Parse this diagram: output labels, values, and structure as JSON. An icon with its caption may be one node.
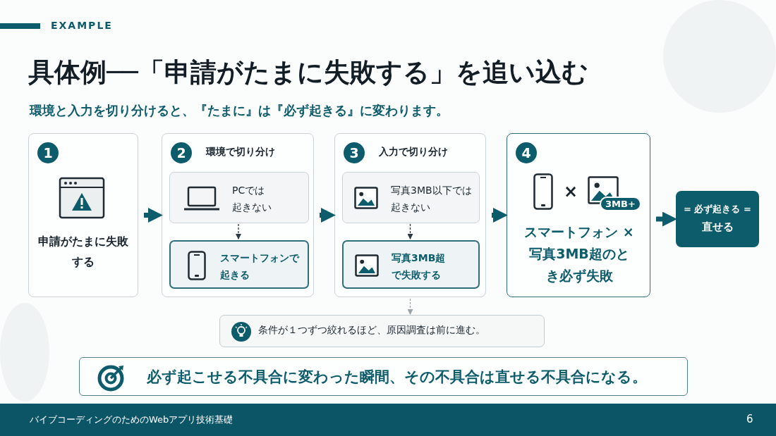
{
  "diagram": {
    "title": "具体例──「申請がたまに失敗する」を追い込む",
    "nodes": [
      {
        "text": [
          "1",
          "申請がたまに失敗する"
        ]
      },
      {
        "text": [
          "2",
          "環境で切り分け"
        ]
      },
      {
        "text": [
          "PCでは起きない"
        ],
        "in": 1
      },
      {
        "text": [
          "スマートフォンで起きる"
        ],
        "in": 1
      },
      {
        "text": [
          "3",
          "入力で切り分け"
        ]
      },
      {
        "text": [
          "写真3MB以下では起きない"
        ],
        "in": 4
      },
      {
        "text": [
          "写真3MB超で失敗する"
        ],
        "in": 4
      },
      {
        "text": [
          "4",
          "×",
          "3MB+",
          "スマートフォン × 写真3MB超のとき必ず失敗"
        ]
      },
      {
        "text": [
          "= 必ず起きる =",
          "直せる"
        ]
      },
      {
        "text": [
          "条件が１つずつ絞れるほど、原因調査は前に進む。"
        ]
      },
      {
        "text": [
          "必ず起こせる不具合に変わった瞬間、その不具合は直せる不具合になる。"
        ]
      }
    ],
    "edges": [
      {
        "from": 0,
        "to": 1,
        "arrow": "to"
      },
      {
        "from": 1,
        "to": 4,
        "arrow": "to"
      },
      {
        "from": 4,
        "to": 7,
        "arrow": "to"
      },
      {
        "from": 7,
        "to": 8,
        "arrow": "to"
      },
      {
        "from": 2,
        "to": 3,
        "arrow": "to",
        "style": "dashed"
      },
      {
        "from": 5,
        "to": 6,
        "arrow": "to",
        "style": "dashed"
      },
      {
        "from": 4,
        "to": 9,
        "arrow": "to",
        "style": "dashed",
        "color": "#9aa5ab"
      }
    ],
    "labels": [
      "EXAMPLE",
      "環境と入力を切り分けると、『たまに』は『必ず起きる』に変わります。",
      "バイブコーディングのためのWebアプリ技術基礎",
      "6"
    ]
  }
}
